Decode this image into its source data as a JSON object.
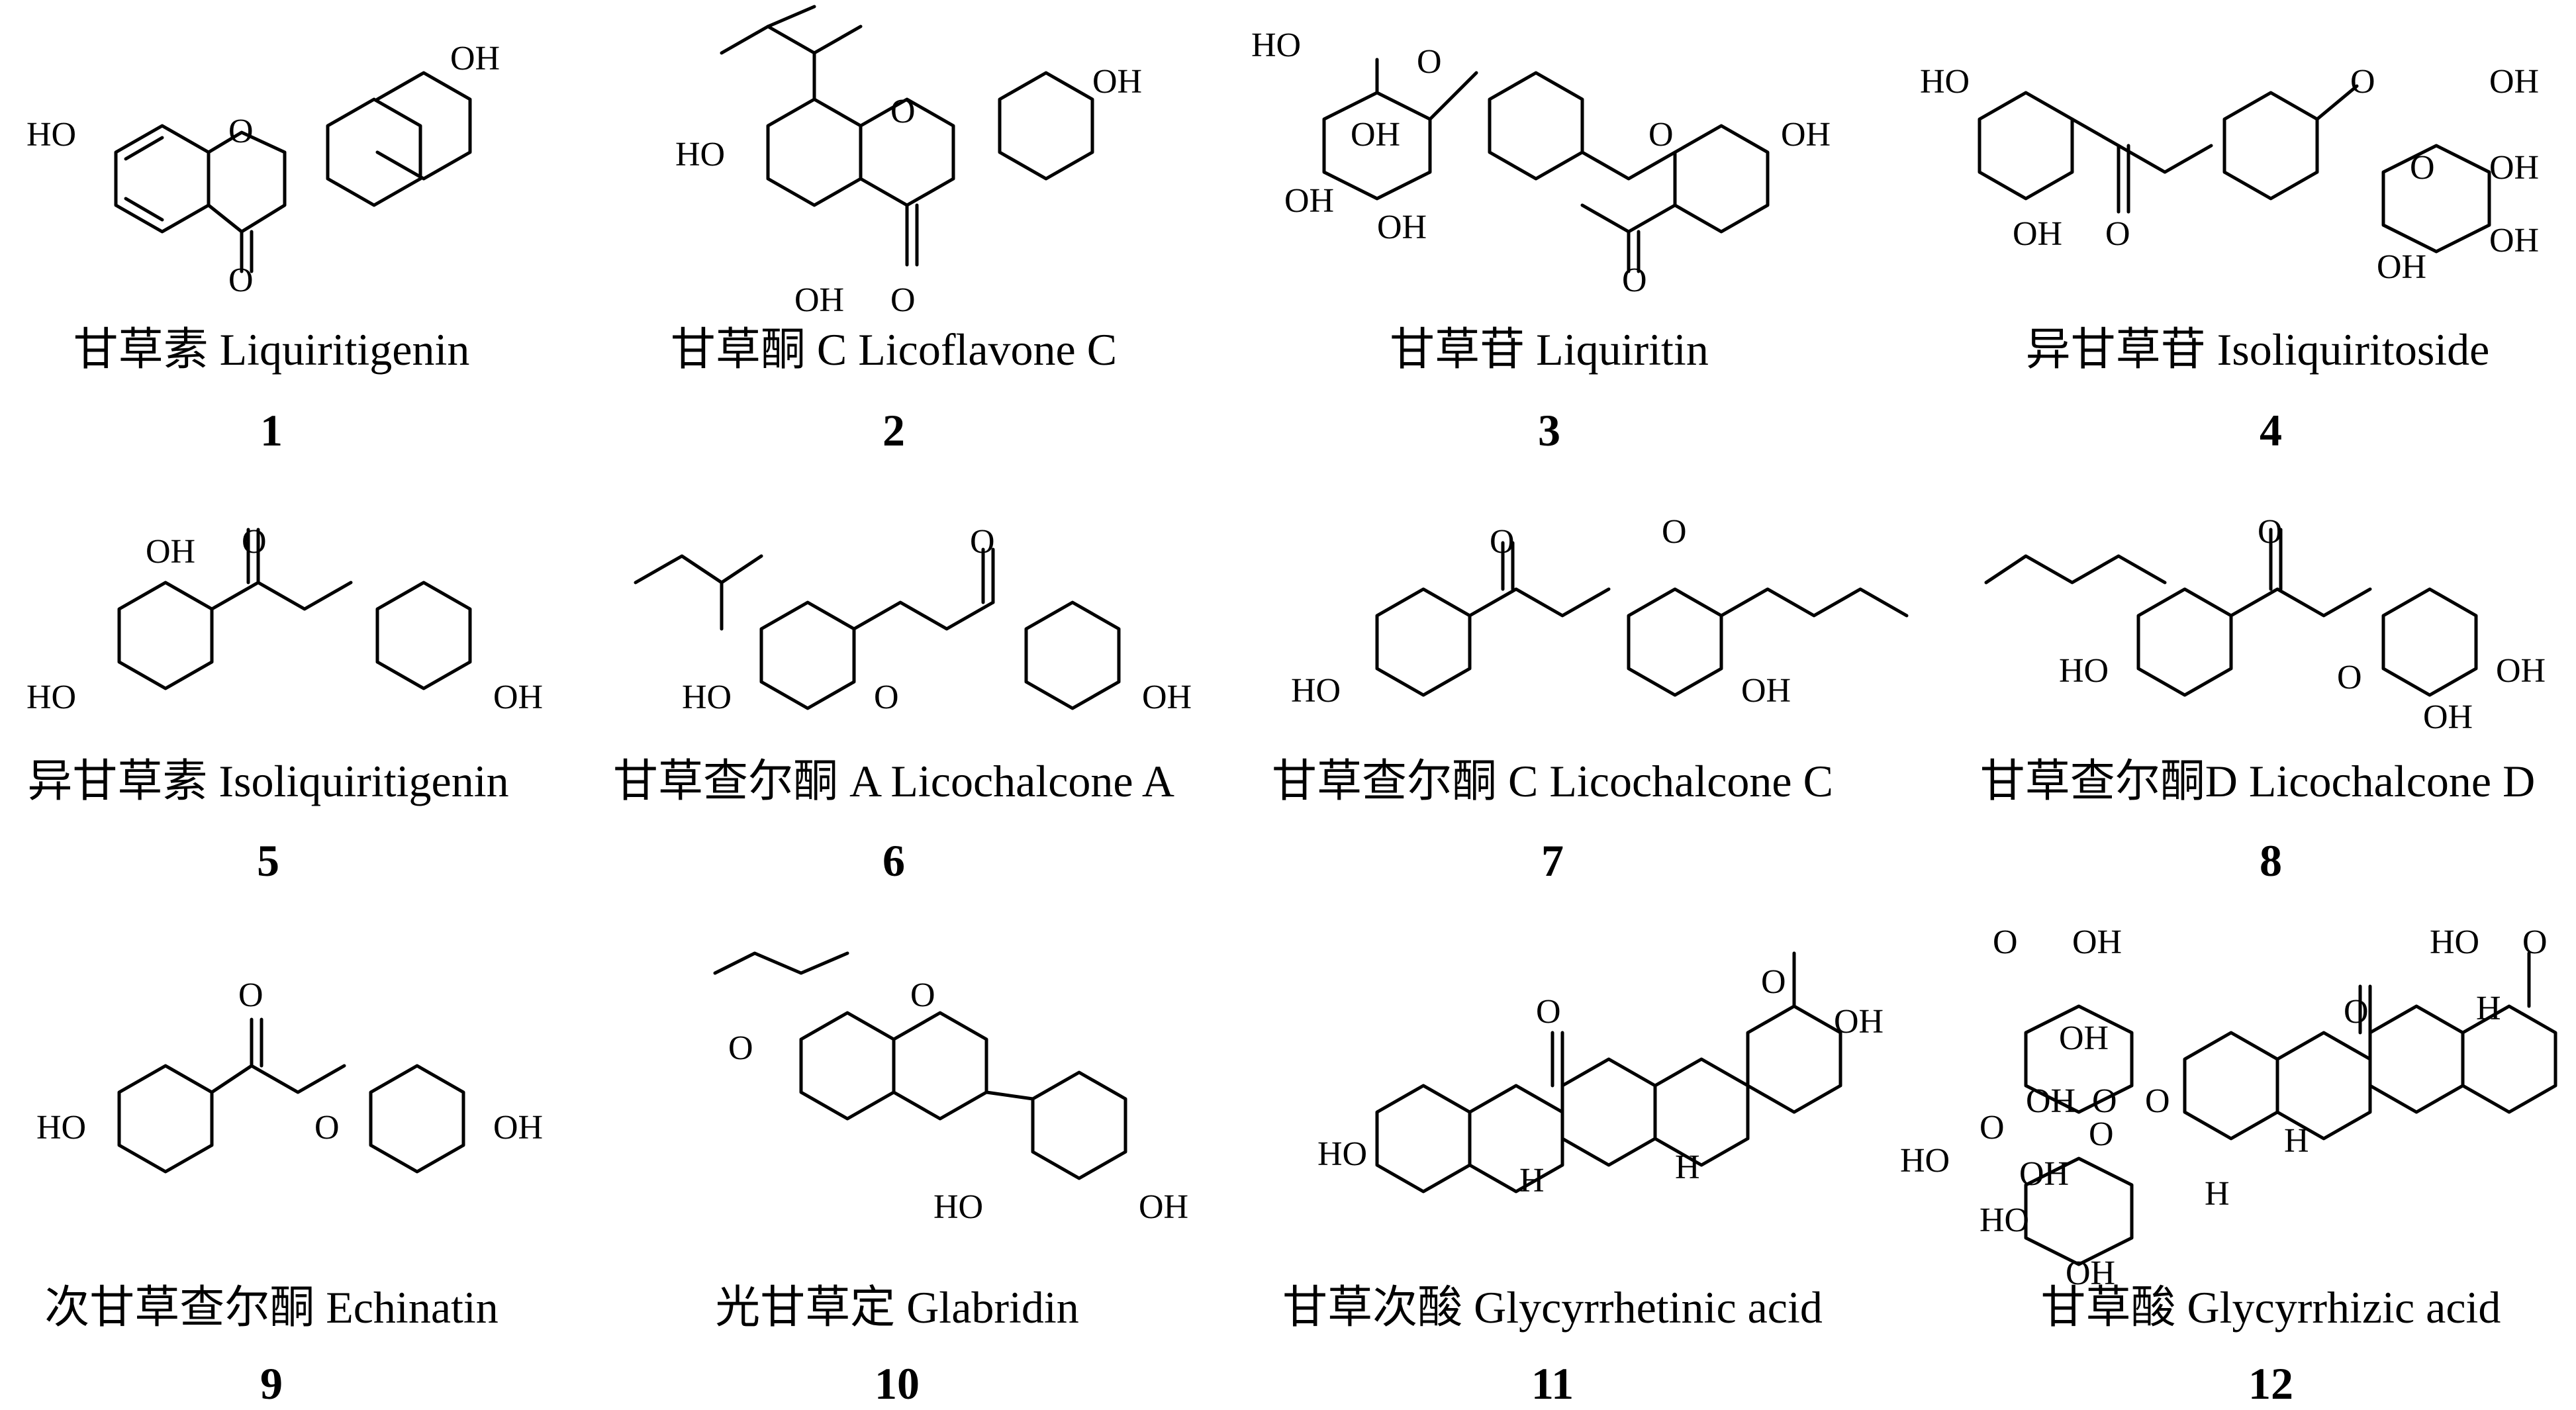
{
  "compounds": [
    {
      "name": "甘草素 Liquiritigenin",
      "number": "1"
    },
    {
      "name": "甘草酮 C Licoflavone C",
      "number": "2"
    },
    {
      "name": "甘草苷 Liquiritin",
      "number": "3"
    },
    {
      "name": "异甘草苷 Isoliquiritoside",
      "number": "4"
    },
    {
      "name": "异甘草素 Isoliquiritigenin",
      "number": "5"
    },
    {
      "name": "甘草查尔酮 A Licochalcone A",
      "number": "6"
    },
    {
      "name": "甘草查尔酮 C Licochalcone C",
      "number": "7"
    },
    {
      "name": "甘草查尔酮D Licochalcone D",
      "number": "8"
    },
    {
      "name": "次甘草查尔酮 Echinatin",
      "number": "9"
    },
    {
      "name": "光甘草定 Glabridin",
      "number": "10"
    },
    {
      "name": "甘草次酸 Glycyrrhetinic acid",
      "number": "11"
    },
    {
      "name": "甘草酸 Glycyrrhizic acid",
      "number": "12"
    }
  ],
  "atom_labels": {
    "oh": "OH",
    "ho": "HO",
    "o": "O",
    "h": "H"
  }
}
